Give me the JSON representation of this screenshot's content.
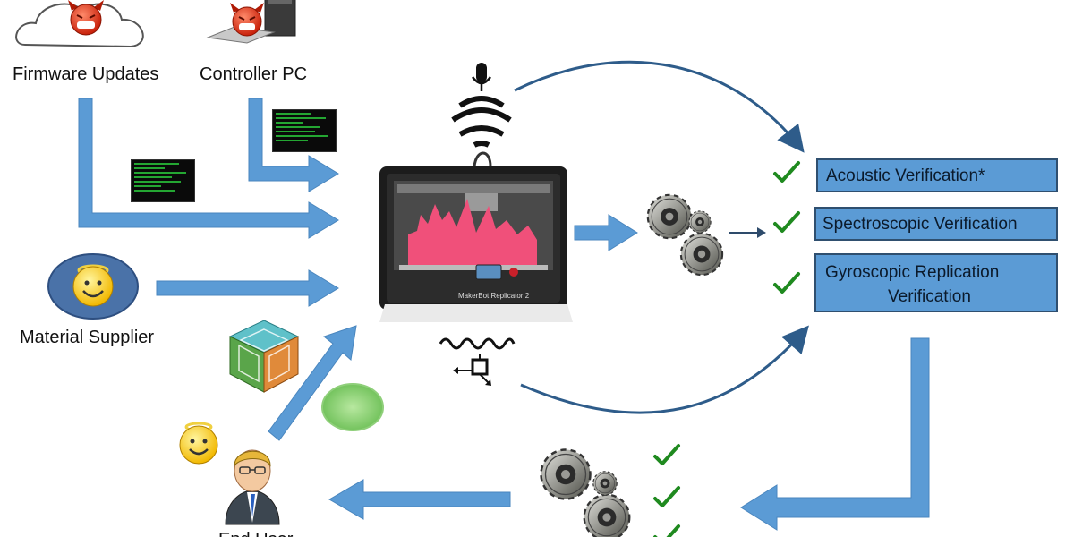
{
  "sources": {
    "firmware_label": "Firmware Updates",
    "controller_label": "Controller PC",
    "material_label": "Material Supplier",
    "end_user_label": "End User"
  },
  "verifications": [
    {
      "label": "Acoustic Verification*"
    },
    {
      "label": "Spectroscopic Verification"
    },
    {
      "label_line1": "Gyroscopic Replication",
      "label_line2": "Verification"
    }
  ],
  "printer": {
    "brand_text": "MakerBot Replicator 2"
  },
  "icons": {
    "cloud": "cloud-icon",
    "devil": "devil-smiley-icon",
    "angel": "angel-smiley-icon",
    "computer": "computer-icon",
    "terminal": "terminal-code-icon",
    "microphone": "microphone-icon",
    "sound_waves": "sound-waves-icon",
    "gyroscope": "gyroscope-icon",
    "gears": "gears-icon",
    "check": "checkmark-icon",
    "design_cube": "design-cube-icon",
    "material_disc": "material-disc-icon",
    "user": "user-businessman-icon",
    "printer": "3d-printer-icon"
  },
  "colors": {
    "arrow_blue": "#5b9bd5",
    "box_blue": "#5b9bd5",
    "curve_blue": "#2e5c8a",
    "check_green": "#1f8a1f",
    "print_pink": "#f0507a",
    "terminal_green": "#29c23a"
  }
}
